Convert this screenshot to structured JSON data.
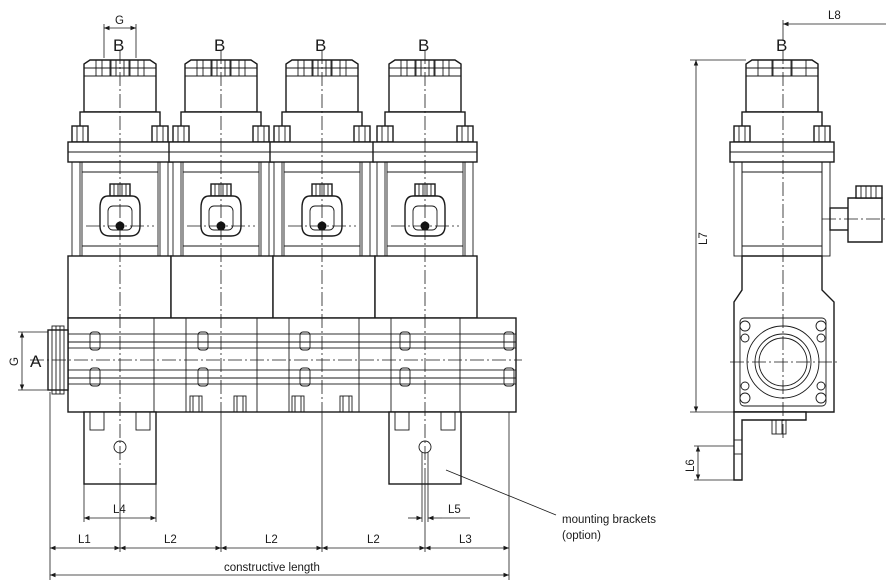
{
  "ports": {
    "b": "B",
    "a": "A"
  },
  "dims": {
    "g": "G",
    "l1": "L1",
    "l2": "L2",
    "l3": "L3",
    "l4": "L4",
    "l5": "L5",
    "l6": "L6",
    "l7": "L7",
    "l8": "L8",
    "constructive_length": "constructive length"
  },
  "callout": {
    "line1": "mounting brackets",
    "line2": "(option)"
  }
}
